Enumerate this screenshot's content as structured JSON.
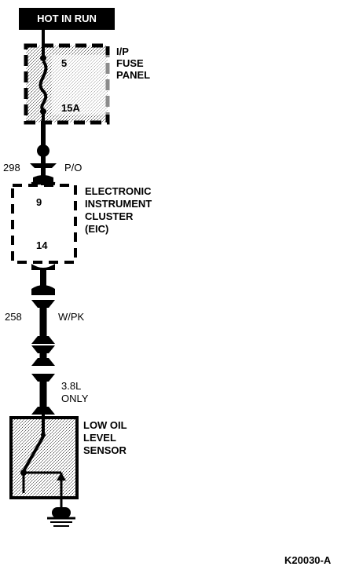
{
  "power_label": "HOT IN RUN",
  "fuse_panel": {
    "name_line1": "I/P",
    "name_line2": "FUSE",
    "name_line3": "PANEL",
    "fuse_number": "5",
    "fuse_rating": "15A"
  },
  "wire_1": {
    "circuit": "298",
    "color": "P/O"
  },
  "cluster": {
    "name_line1": "ELECTRONIC",
    "name_line2": "INSTRUMENT",
    "name_line3": "CLUSTER",
    "name_line4": "(EIC)",
    "pin_in": "9",
    "pin_out": "14"
  },
  "wire_2": {
    "circuit": "258",
    "color": "W/PK",
    "note_line1": "3.8L",
    "note_line2": "ONLY"
  },
  "sensor": {
    "name_line1": "LOW OIL",
    "name_line2": "LEVEL",
    "name_line3": "SENSOR"
  },
  "figure_id": "K20030-A"
}
